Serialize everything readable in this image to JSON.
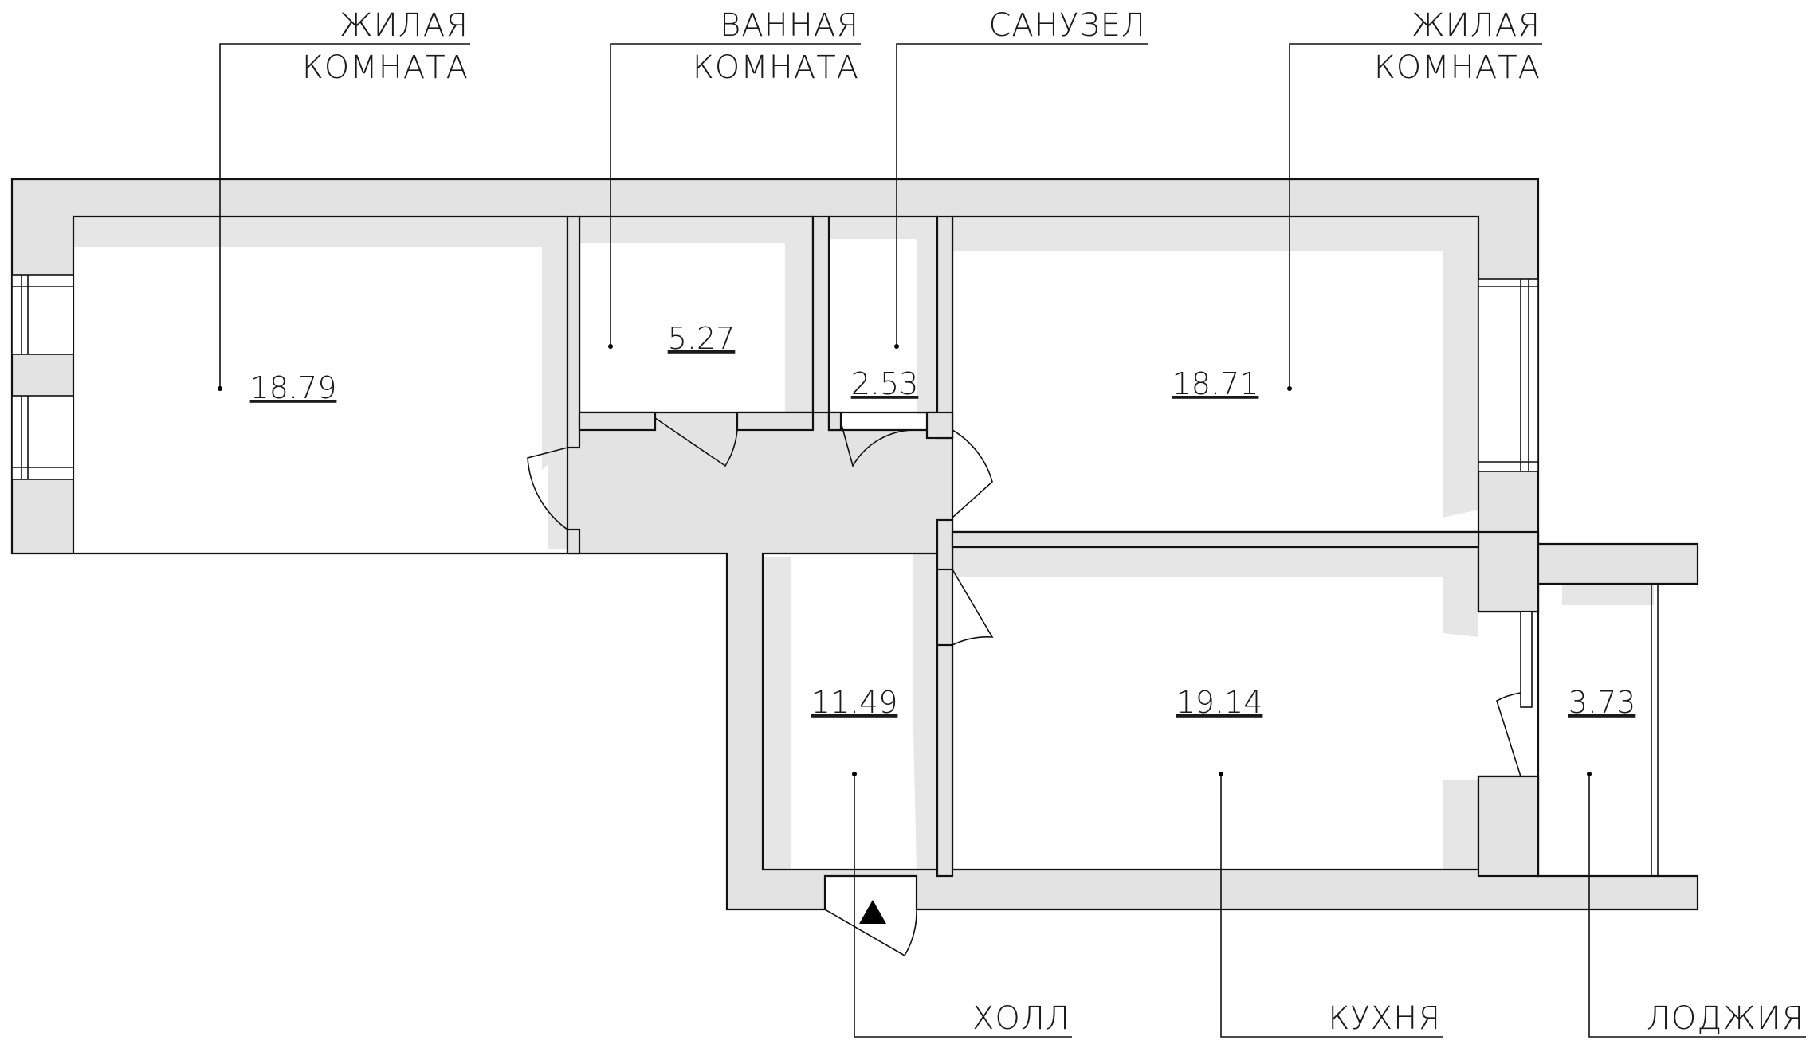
{
  "rooms": [
    {
      "id": "living1",
      "name_line1": "ЖИЛАЯ",
      "name_line2": "КОМНАТА",
      "area": "18.79"
    },
    {
      "id": "bathroom",
      "name_line1": "ВАННАЯ",
      "name_line2": "КОМНАТА",
      "area": "5.27"
    },
    {
      "id": "wc",
      "name_line1": "САНУЗЕЛ",
      "name_line2": "",
      "area": "2.53"
    },
    {
      "id": "living2",
      "name_line1": "ЖИЛАЯ",
      "name_line2": "КОМНАТА",
      "area": "18.71"
    },
    {
      "id": "hall",
      "name_line1": "ХОЛЛ",
      "name_line2": "",
      "area": "11.49"
    },
    {
      "id": "kitchen",
      "name_line1": "КУХНЯ",
      "name_line2": "",
      "area": "19.14"
    },
    {
      "id": "loggia",
      "name_line1": "ЛОДЖИЯ",
      "name_line2": "",
      "area": "3.73"
    }
  ],
  "colors": {
    "wall_fill": "#e3e3e3",
    "line": "#111111",
    "background": "#ffffff"
  }
}
